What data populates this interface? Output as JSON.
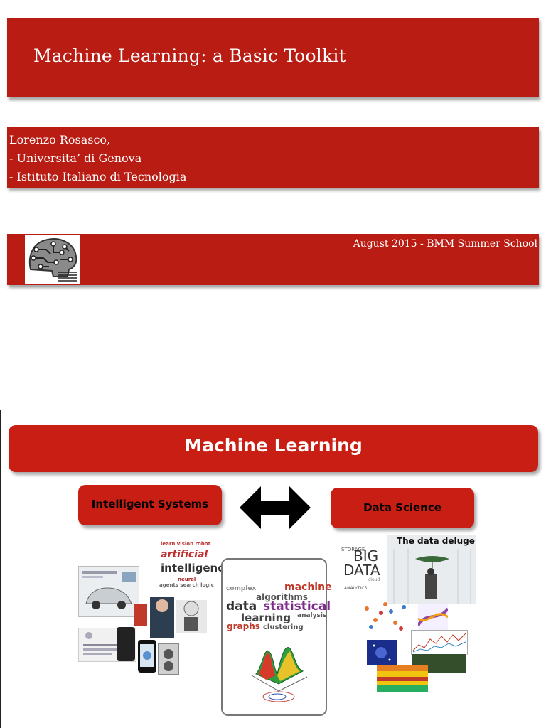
{
  "slide1": {
    "title": "Machine Learning: a Basic Toolkit",
    "author_lines": [
      "Lorenzo Rosasco,",
      "- Universita’ di Genova",
      "- Istituto Italiano di Tecnologia"
    ],
    "footer": "August 2015 - BMM Summer School",
    "logo_icon": "circuit-brain-icon"
  },
  "slide2": {
    "title": "Machine Learning",
    "left_box": "Intelligent Systems",
    "right_box": "Data Science",
    "arrow_icon": "double-arrow-icon",
    "wordcloud_left": [
      "artificial",
      "intelligence"
    ],
    "wordcloud_center": [
      "complex",
      "machine",
      "algorithms",
      "data",
      "statistical",
      "learning",
      "graphs",
      "clustering",
      "analysis"
    ],
    "bigdata_text": [
      "BIG",
      "DATA"
    ],
    "deluge_caption": "The data deluge",
    "colors": {
      "accent_red": "#b81c12",
      "pill_red": "#c81e13"
    }
  }
}
